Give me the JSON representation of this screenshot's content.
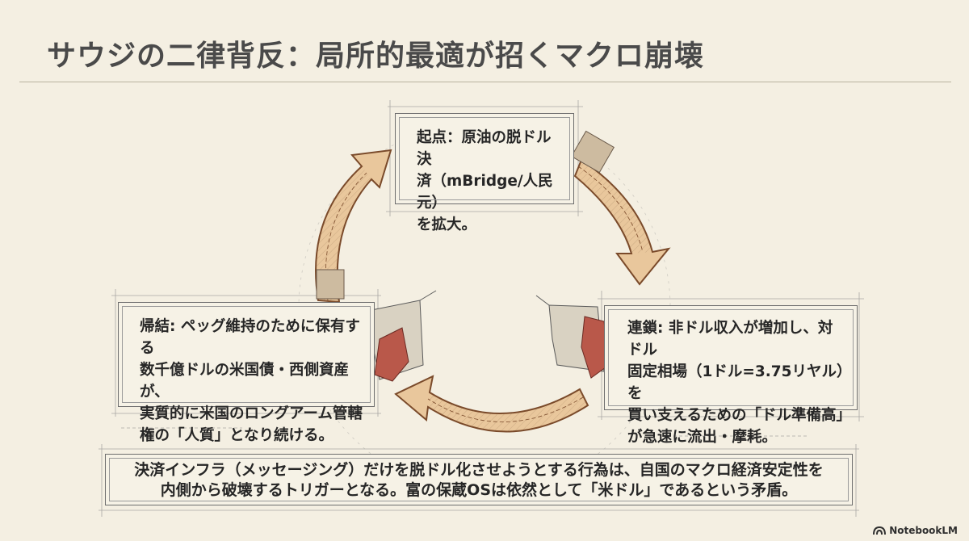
{
  "title": "サウジの二律背反：局所的最適が招くマクロ崩壊",
  "nodes": {
    "origin": {
      "lines": [
        "起点：原油の脱ドル決",
        "済（mBridge/人民元）",
        "を拡大。"
      ]
    },
    "chain": {
      "lines": [
        "連鎖: 非ドル収入が増加し、対ドル",
        "固定相場（1ドル=3.75リヤル）を",
        "買い支えるための「ドル準備高」",
        "が急速に流出・摩耗。"
      ]
    },
    "result": {
      "lines": [
        "帰結: ペッグ維持のために保有する",
        "数千億ドルの米国債・西側資産が、",
        "実質的に米国のロングアーム管轄",
        "権の「人質」となり続ける。"
      ]
    }
  },
  "summary": {
    "lines": [
      "決済インフラ（メッセージング）だけを脱ドル化させようとする行為は、自国のマクロ経済安定性を",
      "内側から破壊するトリガーとなる。富の保蔵OSは依然として「米ドル」であるという矛盾。"
    ]
  },
  "footer": {
    "brand": "NotebookLM"
  },
  "colors": {
    "background": "#f4efe2",
    "arrow_fill": "#e9c79c",
    "arrow_outline": "#7a4a2a",
    "rock": "#b9584a"
  }
}
